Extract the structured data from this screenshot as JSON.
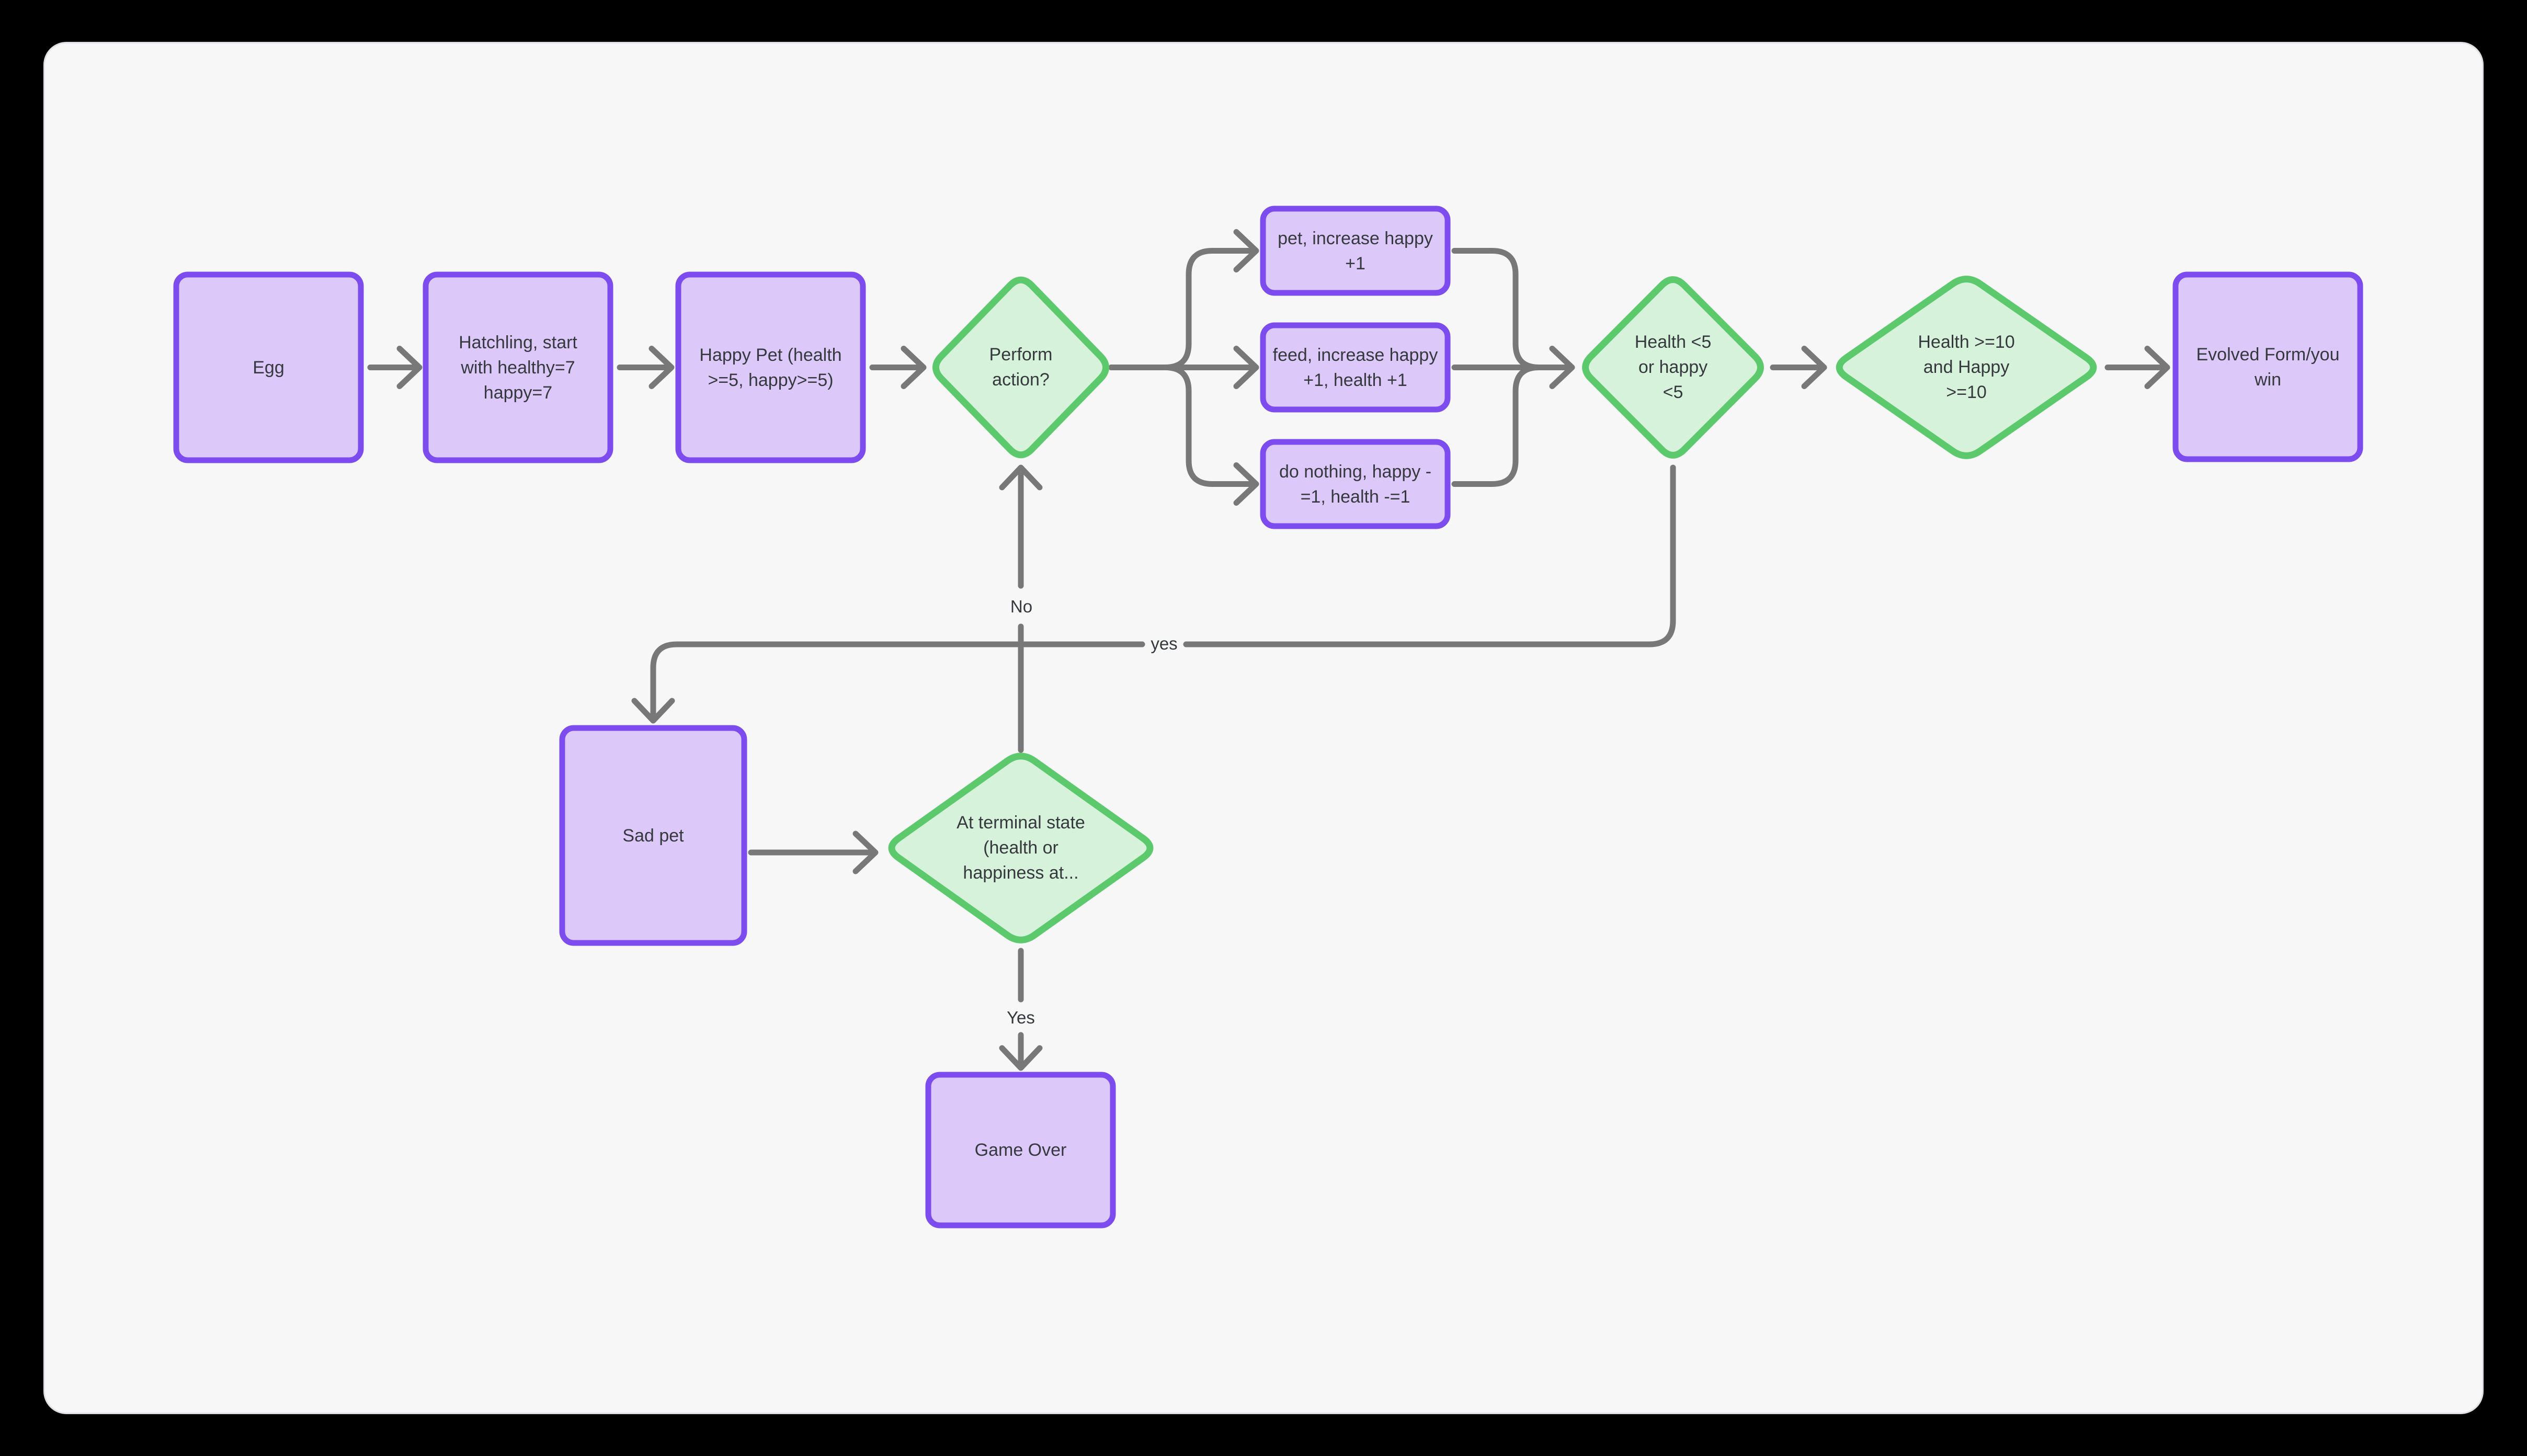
{
  "app": {
    "type": "flowchart-diagram",
    "description": "Virtual pet lifecycle flowchart on light canvas inside black frame"
  },
  "palette": {
    "frame_bg": "#000000",
    "canvas_bg": "#F7F7F8",
    "process_fill": "#DCC9FA",
    "process_border": "#7C4CEF",
    "decision_fill": "#D7F2DB",
    "decision_border": "#5CC96C",
    "connector": "#787878",
    "text": "#35383D"
  },
  "nodes": {
    "egg": {
      "type": "process",
      "label": "Egg"
    },
    "hatchling": {
      "type": "process",
      "label": "Hatchling, start with healthy=7 happy=7"
    },
    "happy_pet": {
      "type": "process",
      "label": "Happy Pet (health >=5, happy>=5)"
    },
    "perform_action": {
      "type": "decision",
      "label": "Perform action?"
    },
    "action_pet": {
      "type": "process",
      "label": "pet, increase happy +1"
    },
    "action_feed": {
      "type": "process",
      "label": "feed, increase happy +1, health +1"
    },
    "action_do_nothing": {
      "type": "process",
      "label": "do nothing, happy -=1, health -=1"
    },
    "health_low": {
      "type": "decision",
      "label": "Health <5 or happy <5"
    },
    "health_high": {
      "type": "decision",
      "label": "Health >=10 and Happy >=10"
    },
    "evolved": {
      "type": "process",
      "label": "Evolved Form/you win"
    },
    "sad_pet": {
      "type": "process",
      "label": "Sad pet"
    },
    "terminal": {
      "type": "decision",
      "label": "At terminal state (health or happiness at..."
    },
    "game_over": {
      "type": "process",
      "label": "Game Over"
    }
  },
  "edge_labels": {
    "no": "No",
    "yes_lower": "yes",
    "yes_upper": "Yes"
  }
}
